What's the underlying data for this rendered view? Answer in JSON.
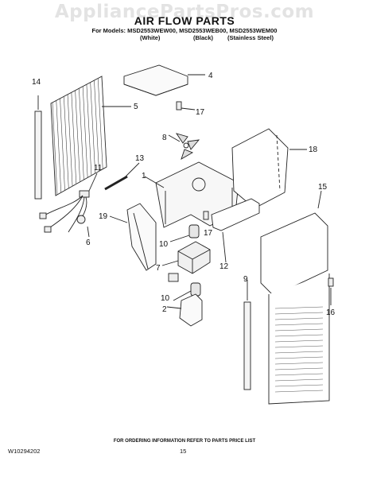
{
  "watermark": "AppliancePartsPros.com",
  "title": "AIR FLOW PARTS",
  "models_line": "For Models: MSD2553WEW00, MSD2553WEB00, MSD2553WEM00",
  "variants": [
    "(White)",
    "(Black)",
    "(Stainless Steel)"
  ],
  "callouts": [
    "1",
    "2",
    "4",
    "5",
    "6",
    "7",
    "8",
    "9",
    "10",
    "10",
    "11",
    "12",
    "13",
    "14",
    "15",
    "16",
    "17",
    "17",
    "18",
    "19"
  ],
  "footer": {
    "note": "FOR ORDERING INFORMATION REFER TO PARTS PRICE LIST",
    "doc_number": "W10294202",
    "page": "15"
  }
}
